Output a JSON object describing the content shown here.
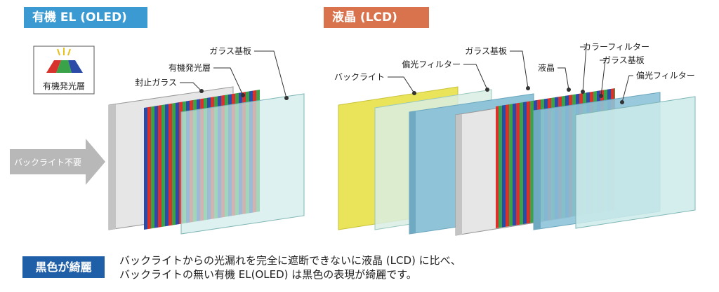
{
  "oled": {
    "title": "有機 EL (OLED)",
    "legend_label": "有機発光層",
    "labels": {
      "glass_substrate": "ガラス基板",
      "organic_layer": "有機発光層",
      "sealing_glass": "封止ガラス"
    },
    "backlight_note": "バックライト不要"
  },
  "lcd": {
    "title": "液晶 (LCD)",
    "labels": {
      "glass_substrate_1": "ガラス基板",
      "polarizer_1": "偏光フィルター",
      "backlight": "バックライト",
      "liquid_crystal": "液晶",
      "color_filter": "カラーフィルター",
      "glass_substrate_2": "ガラス基板",
      "polarizer_2": "偏光フィルター"
    }
  },
  "footer": {
    "badge": "黒色が綺麗",
    "line1": "バックライトからの光漏れを完全に遮断できないに液晶 (LCD) に比べ、",
    "line2": "バックライトの無い有機 EL(OLED) は黒色の表現が綺麗です。"
  },
  "colors": {
    "oled_badge": "#3a9ad1",
    "lcd_badge": "#d9734d",
    "footer_badge": "#1f5fa8",
    "backlight_yellow": "#e9e45a",
    "polarizer_blue": "#8ec3d8",
    "glass_cyan": "#cdebea"
  },
  "icons": [
    "oled-pixel-icon",
    "backlight-arrow-icon"
  ]
}
